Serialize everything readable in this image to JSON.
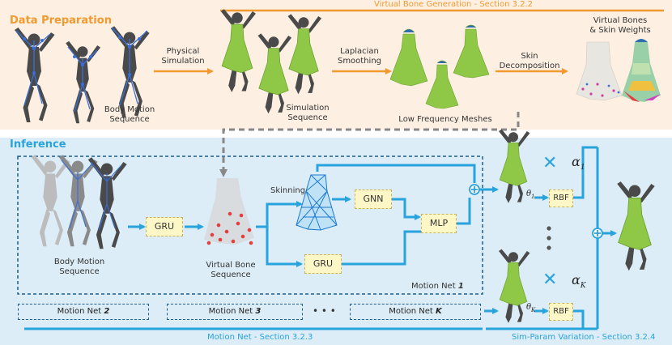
{
  "sections": {
    "data_prep": "Data Preparation",
    "inference": "Inference",
    "vbg": "Virtual Bone Generation - Section 3.2.2",
    "motion_net_sec": "Motion Net - Section 3.2.3",
    "simparam": "Sim-Param Variation - Section 3.2.4"
  },
  "data_prep": {
    "body_motion": "Body Motion\nSequence",
    "physical": "Physical\nSimulation",
    "simulation_seq": "Simulation\nSequence",
    "laplacian": "Laplacian\nSmoothing",
    "low_freq": "Low Frequency Meshes",
    "skin_decomp": "Skin\nDecomposition",
    "virtual_bones": "Virtual Bones\n& Skin Weights"
  },
  "inference": {
    "body_motion": "Body Motion\nSequence",
    "gru1": "GRU",
    "virtual_bone_seq": "Virtual Bone\nSequence",
    "skinning": "Skinning",
    "gnn": "GNN",
    "gru2": "GRU",
    "mlp": "MLP",
    "motion_net_1": "Motion Net",
    "motion_net_1_num": "1",
    "motion_net_2": "Motion Net",
    "motion_net_2_num": "2",
    "motion_net_3": "Motion Net",
    "motion_net_3_num": "3",
    "motion_net_k": "Motion Net",
    "motion_net_k_num": "K",
    "ellipsis": "• • •",
    "rbf1": "RBF",
    "rbf2": "RBF",
    "alpha1": "α",
    "alpha1_sub": "1",
    "alphak": "α",
    "alphak_sub": "K",
    "theta1": "θ",
    "theta1_sub": "1",
    "thetak": "θ",
    "thetak_sub": "K",
    "times1": "✕",
    "times2": "✕",
    "vdots": "⋮"
  },
  "colors": {
    "top_panel": "#fdf0e2",
    "bottom_panel": "#dcedf7",
    "orange": "#f09a30",
    "blue_arrow": "#29a3dc",
    "blue_title": "#29a3dc",
    "box_fill": "#fdf7c8",
    "dress_green": "#8fc846",
    "body": "#4a4a4a",
    "skeleton": "#3a6ed8"
  }
}
